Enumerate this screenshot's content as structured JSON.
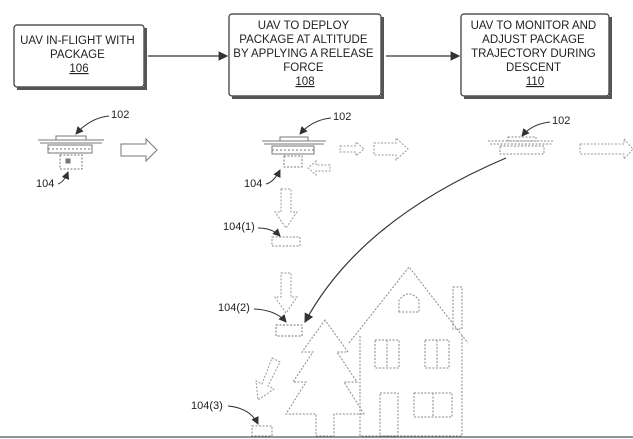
{
  "steps": [
    {
      "lines": [
        "UAV IN-FLIGHT WITH",
        "PACKAGE"
      ],
      "ref": "106"
    },
    {
      "lines": [
        "UAV TO DEPLOY",
        "PACKAGE AT ALTITUDE",
        "BY APPLYING A RELEASE",
        "FORCE"
      ],
      "ref": "108"
    },
    {
      "lines": [
        "UAV TO MONITOR AND",
        "ADJUST PACKAGE",
        "TRAJECTORY DURING",
        "DESCENT"
      ],
      "ref": "110"
    }
  ],
  "labels": {
    "uav_1": "102",
    "pkg_1": "104",
    "uav_2": "102",
    "pkg_2": "104",
    "uav_3": "102",
    "pkg_stage_1": "104(1)",
    "pkg_stage_2": "104(2)",
    "pkg_stage_3": "104(3)"
  }
}
